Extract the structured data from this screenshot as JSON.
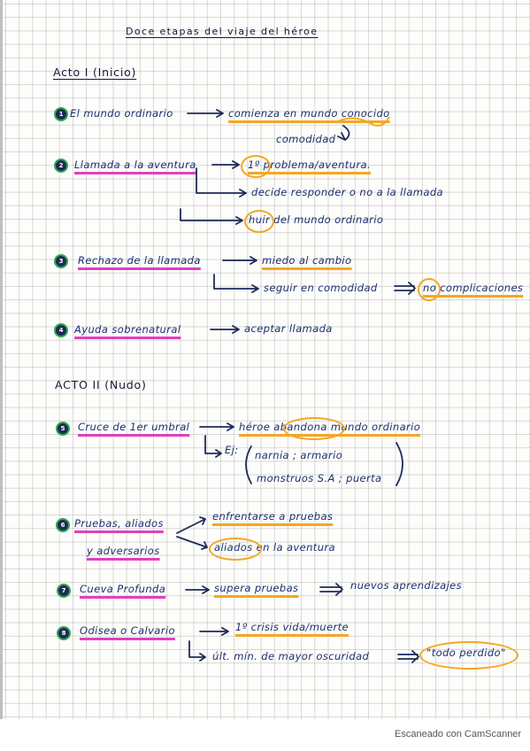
{
  "title": "Doce etapas del viaje del héroe",
  "acts": [
    {
      "label": "Acto I (Inicio)"
    },
    {
      "label": "ACTO II (Nudo)"
    }
  ],
  "stages": [
    {
      "number": "1",
      "name": "El mundo ordinario",
      "notes": [
        "comienza en mundo conocido",
        "comodidad"
      ]
    },
    {
      "number": "2",
      "name": "Llamada a la aventura",
      "notes": [
        "1º problema/aventura.",
        "decide responder o no a la llamada",
        "huir del mundo ordinario"
      ]
    },
    {
      "number": "3",
      "name": "Rechazo de la llamada",
      "notes": [
        "miedo al cambio",
        "seguir en comodidad",
        "no complicaciones"
      ]
    },
    {
      "number": "4",
      "name": "Ayuda sobrenatural",
      "notes": [
        "aceptar llamada"
      ]
    },
    {
      "number": "5",
      "name": "Cruce de 1er umbral",
      "notes": [
        "héroe abandona mundo ordinario",
        "Ej:",
        "narnia ; armario",
        "monstruos S.A ; puerta"
      ]
    },
    {
      "number": "6",
      "name": "Pruebas, aliados",
      "name2": "y adversarios",
      "notes": [
        "enfrentarse a pruebas",
        "aliados en la aventura"
      ]
    },
    {
      "number": "7",
      "name": "Cueva Profunda",
      "notes": [
        "supera pruebas",
        "nuevos aprendizajes"
      ]
    },
    {
      "number": "8",
      "name": "Odisea o Calvario",
      "notes": [
        "1º crisis vida/muerte",
        "últ. mín. de mayor oscuridad",
        "\"todo perdido\""
      ]
    }
  ],
  "footer": "Escaneado con CamScanner",
  "colors": {
    "ink": "#1c2f6e",
    "pink": "#e23fc0",
    "orange": "#f5a623",
    "green": "#2ea84a"
  }
}
